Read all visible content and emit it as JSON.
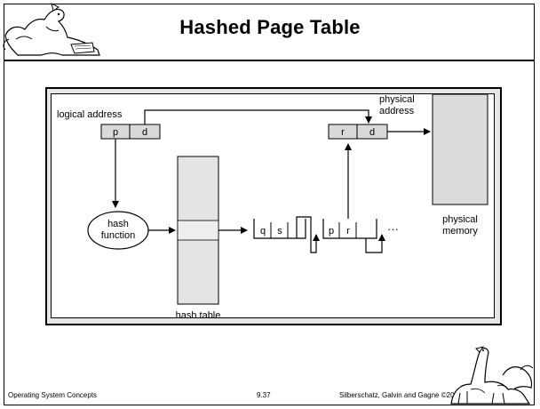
{
  "slide": {
    "title": "Hashed Page Table",
    "footer_left": "Operating System Concepts",
    "footer_center": "9.37",
    "footer_right": "Silberschatz, Galvin and  Gagne ©2002"
  },
  "diagram": {
    "logical_address_label": "logical address",
    "logical_fields": [
      "p",
      "d"
    ],
    "physical_address_label_line1": "physical",
    "physical_address_label_line2": "address",
    "physical_fields": [
      "r",
      "d"
    ],
    "hash_function_line1": "hash",
    "hash_function_line2": "function",
    "hash_table_label": "hash table",
    "chain_entry_1": [
      "q",
      "s"
    ],
    "chain_entry_2": [
      "p",
      "r"
    ],
    "ellipsis": "···",
    "physical_memory_line1": "physical",
    "physical_memory_line2": "memory"
  },
  "colors": {
    "frame_gray": "#e6e6e6",
    "table_fill": "#e4e4e4",
    "memory_fill": "#dcdcdc"
  }
}
